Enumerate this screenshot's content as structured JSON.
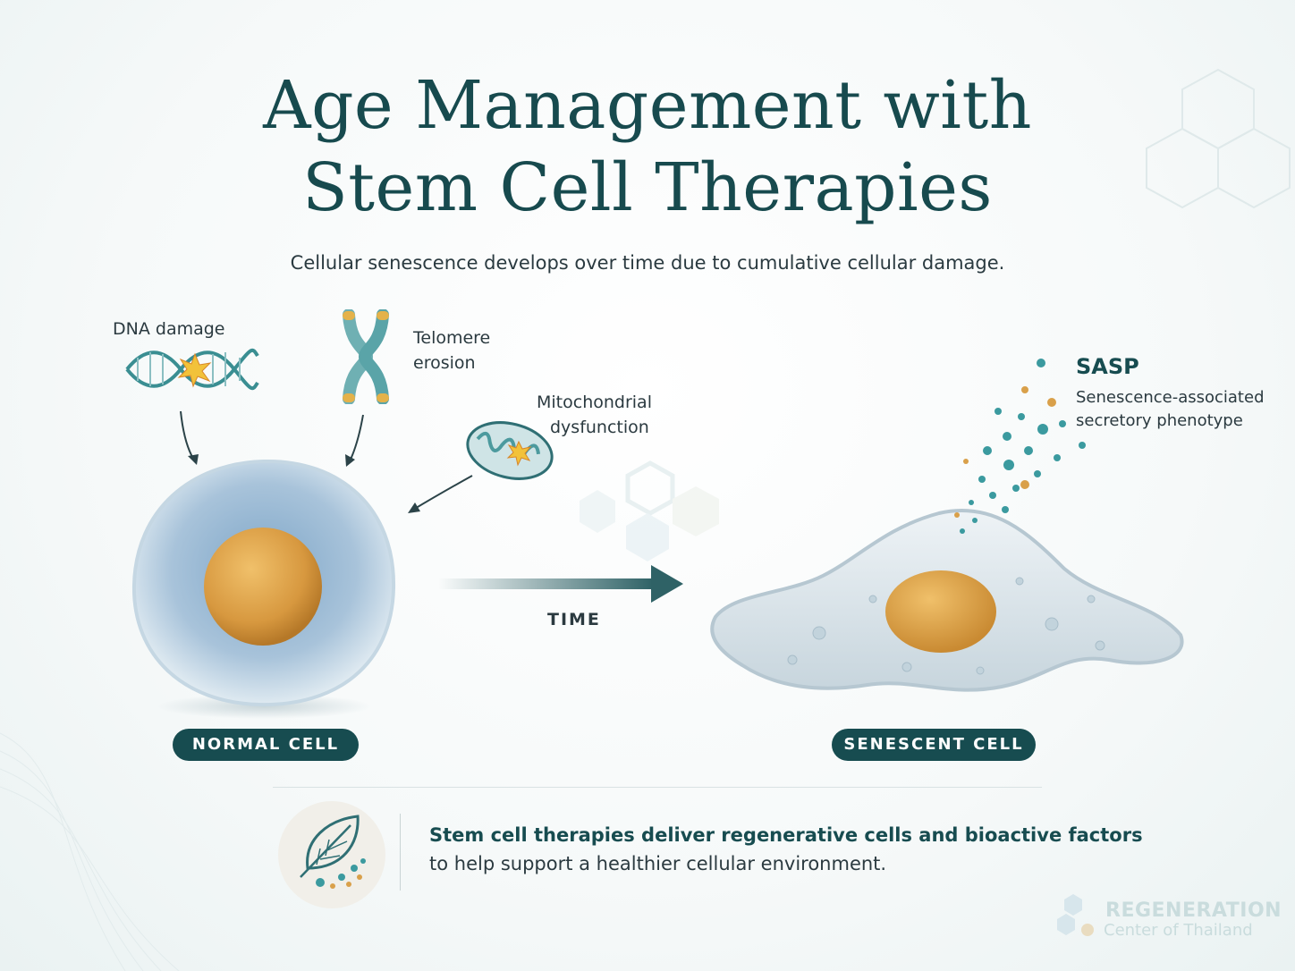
{
  "header": {
    "title_line1": "Age Management with",
    "title_line2": "Stem Cell Therapies",
    "subtitle": "Cellular senescence develops over time due to cumulative cellular damage."
  },
  "factors": {
    "dna": "DNA damage",
    "telomere_1": "Telomere",
    "telomere_2": "erosion",
    "mito_1": "Mitochondrial",
    "mito_2": "dysfunction"
  },
  "time_label": "TIME",
  "cells": {
    "normal": "NORMAL CELL",
    "senescent": "SENESCENT CELL"
  },
  "sasp": {
    "title": "SASP",
    "desc_1": "Senescence-associated",
    "desc_2": "secretory phenotype"
  },
  "footer": {
    "bold": "Stem cell therapies deliver regenerative cells and bioactive factors",
    "normal": "to help support a healthier cellular environment."
  },
  "logo": {
    "line1": "REGENERATION",
    "line2": "Center of Thailand"
  },
  "colors": {
    "teal_dark": "#174c50",
    "nucleus": "#d9a04a",
    "cell_blue": "#9fbdd6"
  }
}
